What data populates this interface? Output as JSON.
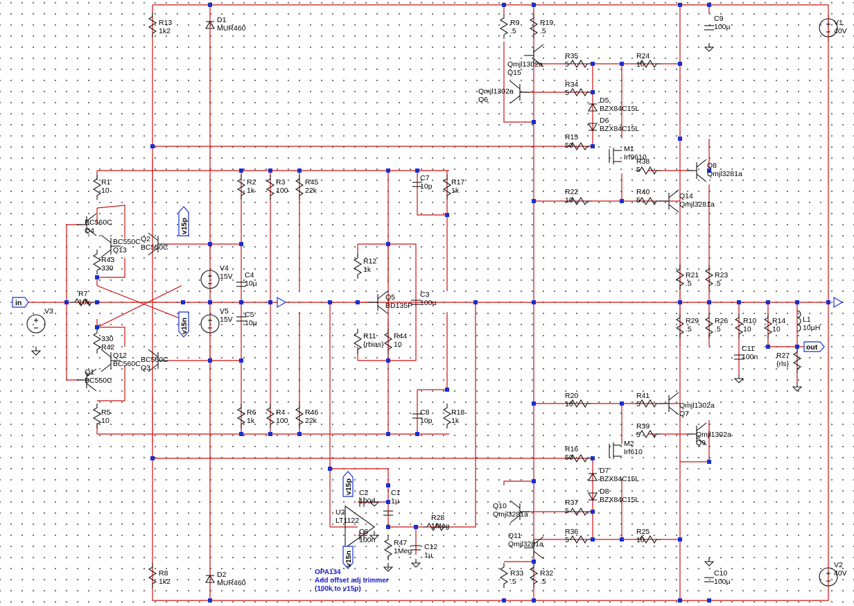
{
  "colors": {
    "wire": "#cc1111",
    "junction": "#1a2fd0",
    "component": "#111111",
    "note": "#1a1acc"
  },
  "nets": {
    "in": "in",
    "out": "out",
    "v15p": "v15p",
    "v15n": "v15n"
  },
  "note": [
    "OPA134",
    "Add offset adj trimmer",
    "(100k to v15p)"
  ],
  "labels": [
    {
      "id": "R13",
      "n": "R13",
      "v": "1k2"
    },
    {
      "id": "D1",
      "n": "D1",
      "v": "MUR460"
    },
    {
      "id": "R9",
      "n": "R9",
      "v": ".5"
    },
    {
      "id": "R19",
      "n": "R19",
      "v": ".5"
    },
    {
      "id": "C9",
      "n": "C9",
      "v": "100µ"
    },
    {
      "id": "V1",
      "n": "V1",
      "v": "40V"
    },
    {
      "id": "R35",
      "n": "R35",
      "v": "5"
    },
    {
      "id": "R24",
      "n": "R24",
      "v": "10"
    },
    {
      "id": "Q15",
      "n": "Qmjl1302a",
      "v": "Q15"
    },
    {
      "id": "Q6",
      "n": "Qmjl1302a",
      "v": "Q6"
    },
    {
      "id": "R34",
      "n": "R34",
      "v": "5"
    },
    {
      "id": "D5",
      "n": "D5",
      "v": "BZX84C15L"
    },
    {
      "id": "D6",
      "n": "D6",
      "v": "BZX84C15L"
    },
    {
      "id": "R15",
      "n": "R15",
      "v": "50"
    },
    {
      "id": "M1",
      "n": "M1",
      "v": "Irf9610"
    },
    {
      "id": "R38",
      "n": "R38",
      "v": "5"
    },
    {
      "id": "Q8",
      "n": "Q8",
      "v": "Qmjl3281a"
    },
    {
      "id": "R22",
      "n": "R22",
      "v": "10"
    },
    {
      "id": "R40",
      "n": "R40",
      "v": "5"
    },
    {
      "id": "Q14",
      "n": "Q14",
      "v": "Qmjl3281a"
    },
    {
      "id": "R1",
      "n": "R1",
      "v": "10"
    },
    {
      "id": "R2",
      "n": "R2",
      "v": "1k"
    },
    {
      "id": "R3",
      "n": "R3",
      "v": "100"
    },
    {
      "id": "R45",
      "n": "R45",
      "v": "22k"
    },
    {
      "id": "C7",
      "n": "C7",
      "v": "10p"
    },
    {
      "id": "R17",
      "n": "R17",
      "v": "1k"
    },
    {
      "id": "Q4",
      "n": "BC560C",
      "v": "Q4"
    },
    {
      "id": "Q13",
      "n": "BC550C",
      "v": "Q13"
    },
    {
      "id": "Q2",
      "n": "Q2",
      "v": "BC550C"
    },
    {
      "id": "R43",
      "n": "R43",
      "v": "330"
    },
    {
      "id": "V4",
      "n": "V4",
      "v": "15V"
    },
    {
      "id": "C4",
      "n": "C4",
      "v": "10µ"
    },
    {
      "id": "R12",
      "n": "R12",
      "v": "1k"
    },
    {
      "id": "Q5",
      "n": "Q5",
      "v": "BD135P"
    },
    {
      "id": "C3",
      "n": "C3",
      "v": "100µ"
    },
    {
      "id": "R21",
      "n": "R21",
      "v": ".5"
    },
    {
      "id": "R23",
      "n": "R23",
      "v": ".5"
    },
    {
      "id": "V3",
      "n": "V3",
      "v": ""
    },
    {
      "id": "R7",
      "n": "R7",
      "v": "10k"
    },
    {
      "id": "V5",
      "n": "V5",
      "v": "15V"
    },
    {
      "id": "C5",
      "n": "C5",
      "v": "10µ"
    },
    {
      "id": "R11",
      "n": "R11",
      "v": "{rbias}"
    },
    {
      "id": "R44",
      "n": "R44",
      "v": "10"
    },
    {
      "id": "R29",
      "n": "R29",
      "v": ".5"
    },
    {
      "id": "R26",
      "n": "R26",
      "v": ".5"
    },
    {
      "id": "R10",
      "n": "R10",
      "v": "10"
    },
    {
      "id": "R14",
      "n": "R14",
      "v": "10"
    },
    {
      "id": "L1",
      "n": "L1",
      "v": "10µH"
    },
    {
      "id": "R42",
      "n": "330",
      "v": "R42"
    },
    {
      "id": "Q12",
      "n": "Q12",
      "v": "BC560C"
    },
    {
      "id": "Q1",
      "n": "Q1",
      "v": "BC550C"
    },
    {
      "id": "Q3",
      "n": "BC560C",
      "v": "Q3"
    },
    {
      "id": "C11",
      "n": "C11",
      "v": "100n"
    },
    {
      "id": "R27",
      "n": "R27",
      "v": "{rls}"
    },
    {
      "id": "R5",
      "n": "R5",
      "v": "10"
    },
    {
      "id": "R6",
      "n": "R6",
      "v": "1k"
    },
    {
      "id": "R4",
      "n": "R4",
      "v": "100"
    },
    {
      "id": "R46",
      "n": "R46",
      "v": "22k"
    },
    {
      "id": "C8",
      "n": "C8",
      "v": "10p"
    },
    {
      "id": "R18",
      "n": "R18",
      "v": "1k"
    },
    {
      "id": "R20",
      "n": "R20",
      "v": "10"
    },
    {
      "id": "R41",
      "n": "R41",
      "v": "5"
    },
    {
      "id": "Q7",
      "n": "Qmjl1302a",
      "v": "Q7"
    },
    {
      "id": "R39",
      "n": "R39",
      "v": "5"
    },
    {
      "id": "Q9",
      "n": "Qmjl1302a",
      "v": "Q9"
    },
    {
      "id": "M2",
      "n": "M2",
      "v": "Irf610"
    },
    {
      "id": "R16",
      "n": "R16",
      "v": "50"
    },
    {
      "id": "D7",
      "n": "D7",
      "v": "BZX84C15L"
    },
    {
      "id": "D8",
      "n": "D8",
      "v": "BZX84C15L"
    },
    {
      "id": "C2",
      "n": "C2",
      "v": "100n"
    },
    {
      "id": "C1",
      "n": "C1",
      "v": "1µ"
    },
    {
      "id": "U2",
      "n": "U2",
      "v": "LT1122"
    },
    {
      "id": "C6",
      "n": "C6",
      "v": "100n"
    },
    {
      "id": "R47",
      "n": "R47",
      "v": "1Meg"
    },
    {
      "id": "C12",
      "n": "C12",
      "v": "1µ"
    },
    {
      "id": "R28",
      "n": "R28",
      "v": "1Meg"
    },
    {
      "id": "Q10",
      "n": "Q10",
      "v": "Qmjl3281a"
    },
    {
      "id": "R37",
      "n": "R37",
      "v": "5"
    },
    {
      "id": "Q11",
      "n": "Q11",
      "v": "Qmjl3281a"
    },
    {
      "id": "R36",
      "n": "R36",
      "v": "5"
    },
    {
      "id": "R25",
      "n": "R25",
      "v": "10"
    },
    {
      "id": "R8",
      "n": "R8",
      "v": "1k2"
    },
    {
      "id": "D2",
      "n": "D2",
      "v": "MUR460"
    },
    {
      "id": "R33",
      "n": "R33",
      "v": ".5"
    },
    {
      "id": "R32",
      "n": "R32",
      "v": ".5"
    },
    {
      "id": "C10",
      "n": "C10",
      "v": "100µ"
    },
    {
      "id": "V2",
      "n": "V2",
      "v": "40V"
    }
  ]
}
